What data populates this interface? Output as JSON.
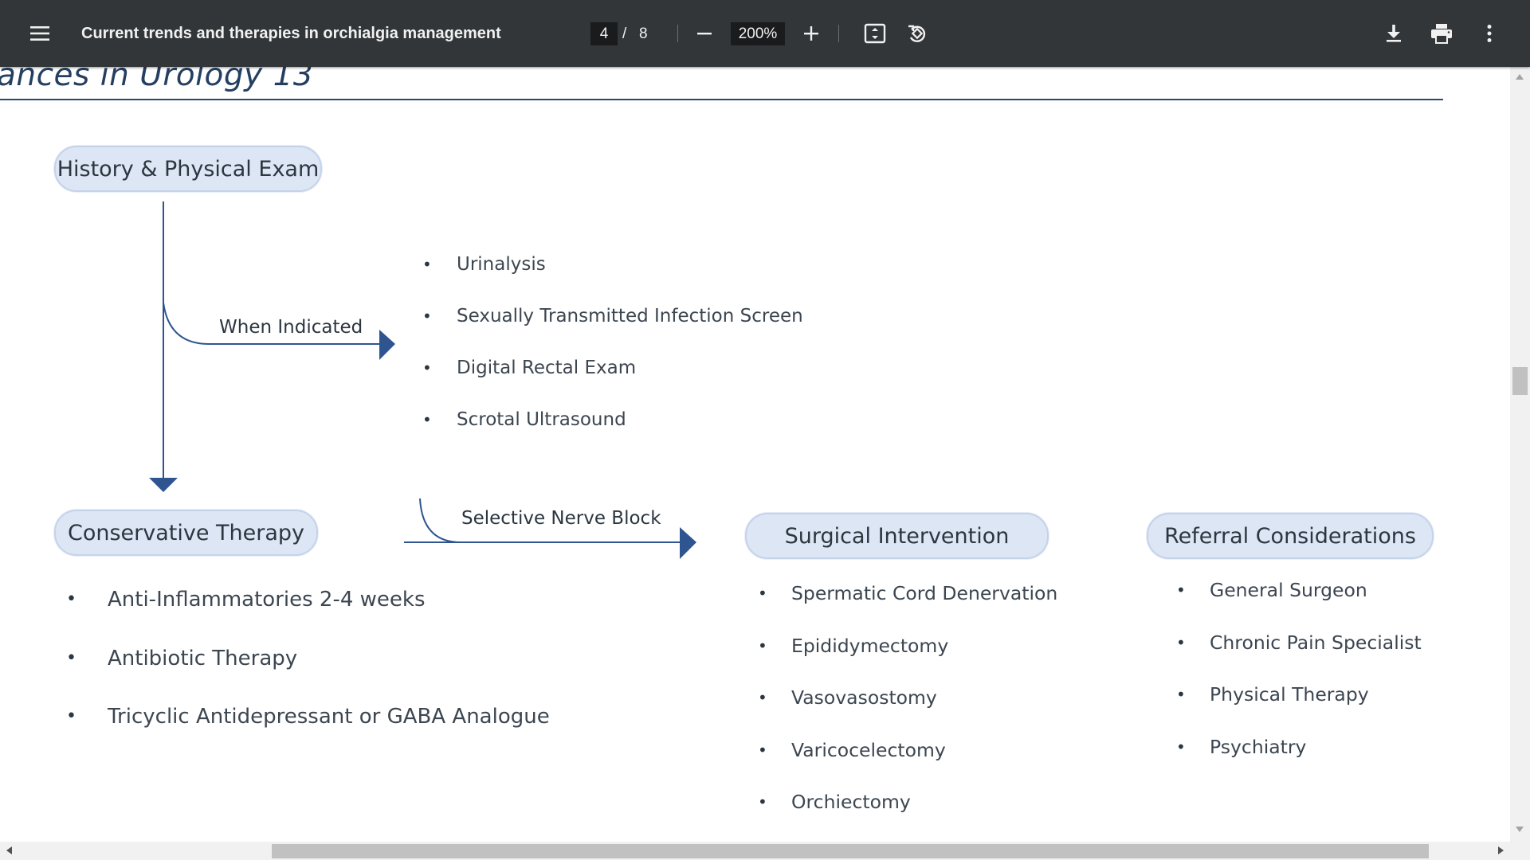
{
  "toolbar": {
    "menu_icon": "hamburger-menu-icon",
    "title": "Current trends and therapies in orchialgia management",
    "current_page": "4",
    "page_separator": "/",
    "total_pages": "8",
    "zoom_level": "200%",
    "icons": [
      "zoom-out-icon",
      "zoom-in-icon",
      "fit-to-page-icon",
      "rotate-icon",
      "download-icon",
      "print-icon",
      "more-options-icon"
    ]
  },
  "document": {
    "running_head": "ances in Urology 13",
    "nodes": {
      "history": "History & Physical Exam",
      "conservative": "Conservative Therapy",
      "surgical": "Surgical Intervention",
      "referral": "Referral Considerations"
    },
    "edge_labels": {
      "when_indicated": "When Indicated",
      "nerve_block": "Selective Nerve Block"
    },
    "tests": [
      "Urinalysis",
      "Sexually Transmitted Infection Screen",
      "Digital Rectal Exam",
      "Scrotal Ultrasound"
    ],
    "conservative_items": [
      "Anti-Inflammatories 2-4 weeks",
      "Antibiotic Therapy",
      "Tricyclic Antidepressant or GABA Analogue"
    ],
    "surgical_items": [
      "Spermatic Cord Denervation",
      "Epididymectomy",
      "Vasovasostomy",
      "Varicocelectomy",
      "Orchiectomy"
    ],
    "referral_items": [
      "General Surgeon",
      "Chronic Pain Specialist",
      "Physical Therapy",
      "Psychiatry"
    ]
  },
  "colors": {
    "toolbar_bg": "#323639",
    "pill_fill": "#dde6f4",
    "pill_border": "#c5d3ea",
    "arrow": "#2e5590",
    "heading": "#243f60"
  }
}
